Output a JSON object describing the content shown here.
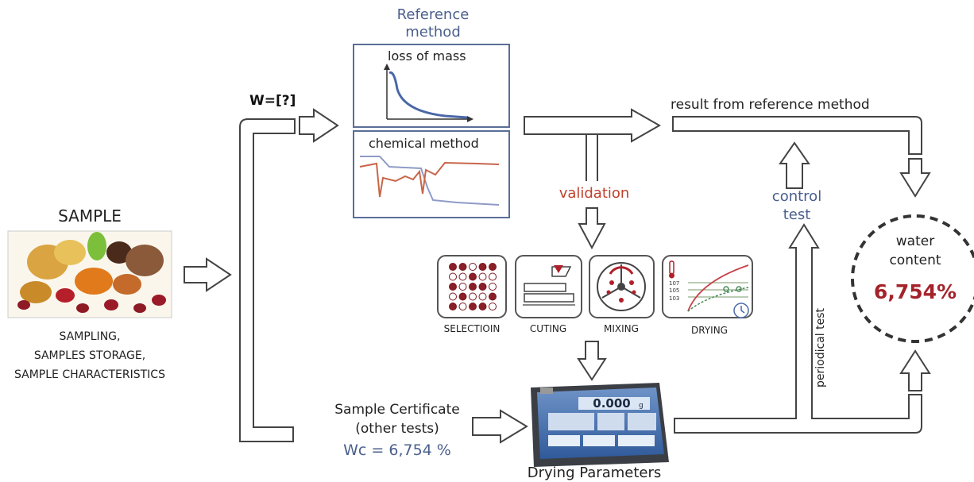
{
  "sample": {
    "title": "SAMPLE",
    "caption_lines": [
      "SAMPLING,",
      "SAMPLES STORAGE,",
      "SAMPLE CHARACTERISTICS"
    ]
  },
  "w_label": "W=[?]",
  "reference": {
    "title_line1": "Reference",
    "title_line2": "method",
    "loss_of_mass": "loss of mass",
    "chemical_method": "chemical method"
  },
  "result_label": "result from reference method",
  "validation_label": "validation",
  "control_test": {
    "line1": "control",
    "line2": "test"
  },
  "periodical_test": "periodical test",
  "water_content": {
    "line1": "water",
    "line2": "content",
    "value": "6,754%"
  },
  "steps": [
    {
      "label": "SELECTIOIN",
      "icon": "selection-grid-icon"
    },
    {
      "label": "CUTING",
      "icon": "cutting-icon"
    },
    {
      "label": "MIXING",
      "icon": "mixing-icon"
    },
    {
      "label": "DRYING",
      "icon": "drying-curve-icon"
    }
  ],
  "drying_ticks": [
    "107",
    "105",
    "103"
  ],
  "certificate": {
    "line1": "Sample Certificate",
    "line2": "(other tests)",
    "wc": "Wc = 6,754 %"
  },
  "device": {
    "display_value": "0.000",
    "unit": "g"
  },
  "drying_parameters": "Drying Parameters",
  "colors": {
    "blue": "#4a5f8c",
    "red": "#c0402b",
    "dark_red": "#a4232b",
    "outline": "#444444"
  }
}
